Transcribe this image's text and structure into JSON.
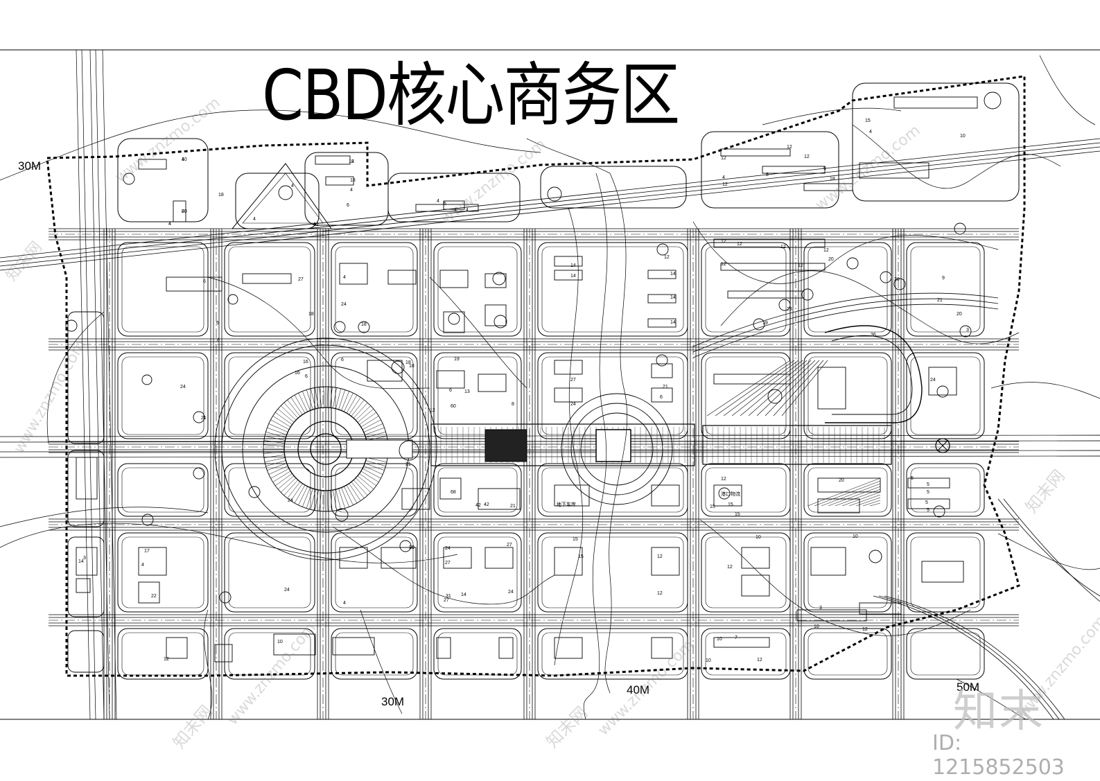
{
  "map": {
    "title": "CBD核心商务区",
    "road_labels": [
      {
        "text": "30M",
        "pos": "left-top"
      },
      {
        "text": "30M",
        "pos": "bottom-left"
      },
      {
        "text": "40M",
        "pos": "bottom-center"
      },
      {
        "text": "50M",
        "pos": "bottom-right"
      }
    ],
    "plot_numbers": [
      "4",
      "4",
      "18",
      "20",
      "4",
      "6",
      "18",
      "4",
      "4",
      "18",
      "4",
      "4",
      "4",
      "5",
      "4",
      "12",
      "4",
      "12",
      "12",
      "12",
      "6",
      "6",
      "18",
      "15",
      "4",
      "10",
      "3",
      "6",
      "6",
      "6",
      "27",
      "18",
      "4",
      "24",
      "18",
      "14",
      "14",
      "14",
      "14",
      "14",
      "12",
      "12",
      "12",
      "12",
      "12",
      "12",
      "12",
      "20",
      "23",
      "19",
      "20",
      "20",
      "9",
      "21",
      "24",
      "36",
      "21",
      "24",
      "6",
      "16",
      "18",
      "27",
      "24",
      "16",
      "19",
      "18",
      "6",
      "6",
      "21",
      "13",
      "8",
      "12",
      "5",
      "5",
      "5",
      "5",
      "5",
      "60",
      "6",
      "42",
      "21",
      "24",
      "30",
      "68",
      "42",
      "21",
      "12",
      "15",
      "15",
      "20",
      "15",
      "30",
      "24",
      "17",
      "4",
      "22",
      "24",
      "4",
      "27",
      "24",
      "27",
      "31",
      "27",
      "14",
      "14",
      "3",
      "15",
      "15",
      "12",
      "12",
      "12",
      "10",
      "10",
      "12",
      "12",
      "10",
      "3",
      "12",
      "10",
      "10",
      "10",
      "7",
      "10",
      "4",
      "12",
      "8",
      "12"
    ],
    "special_labels": [
      "地下车库",
      "港口物流"
    ]
  },
  "watermarks": {
    "site": "www.znzmo.com",
    "brand": "知末",
    "brand_site": "知末网",
    "image_id": "ID: 1215852503"
  }
}
